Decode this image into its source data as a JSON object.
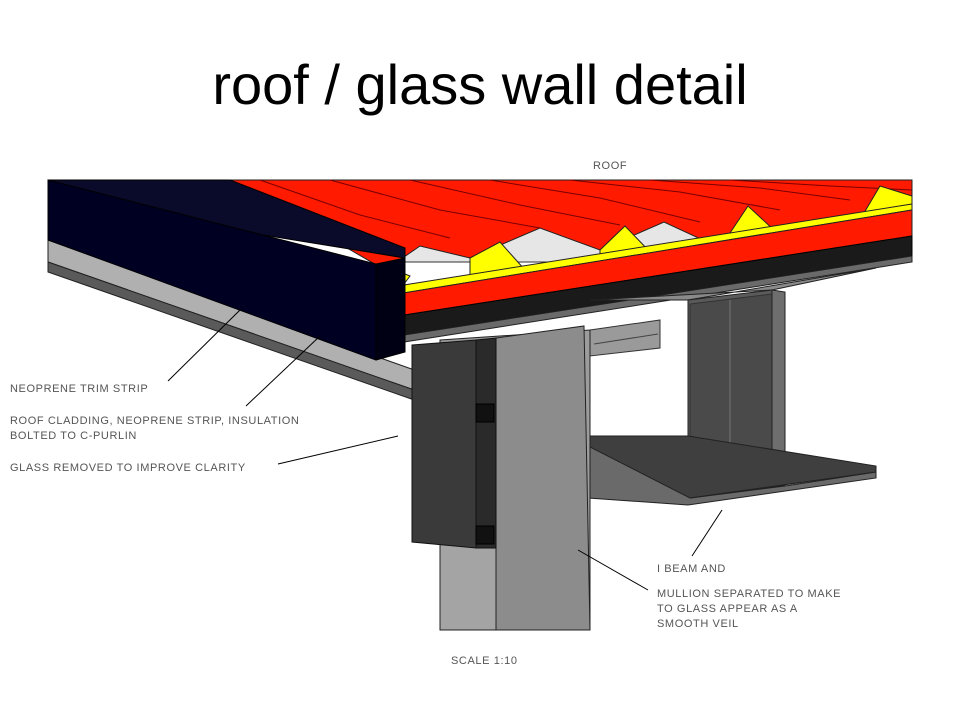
{
  "title": "roof / glass wall detail",
  "labels": {
    "roof": "ROOF",
    "neoprene_trim": "NEOPRENE TRIM STRIP",
    "roof_cladding_1": "ROOF CLADDING, NEOPRENE STRIP, INSULATION",
    "roof_cladding_2": "BOLTED TO C-PURLIN",
    "glass_removed": "GLASS REMOVED TO IMPROVE CLARITY",
    "i_beam": "I BEAM AND",
    "mullion_1": "MULLION SEPARATED TO MAKE",
    "mullion_2": "TO GLASS APPEAR AS A",
    "mullion_3": "SMOOTH VEIL",
    "scale": "SCALE 1:10"
  },
  "colors": {
    "cladding_red": "#ff1a00",
    "insulation_yellow": "#ffff00",
    "trim_navy": "#000022",
    "steel_dark": "#3a3a3a",
    "steel_mid": "#5a5a5a",
    "steel_light": "#8a8a8a"
  }
}
